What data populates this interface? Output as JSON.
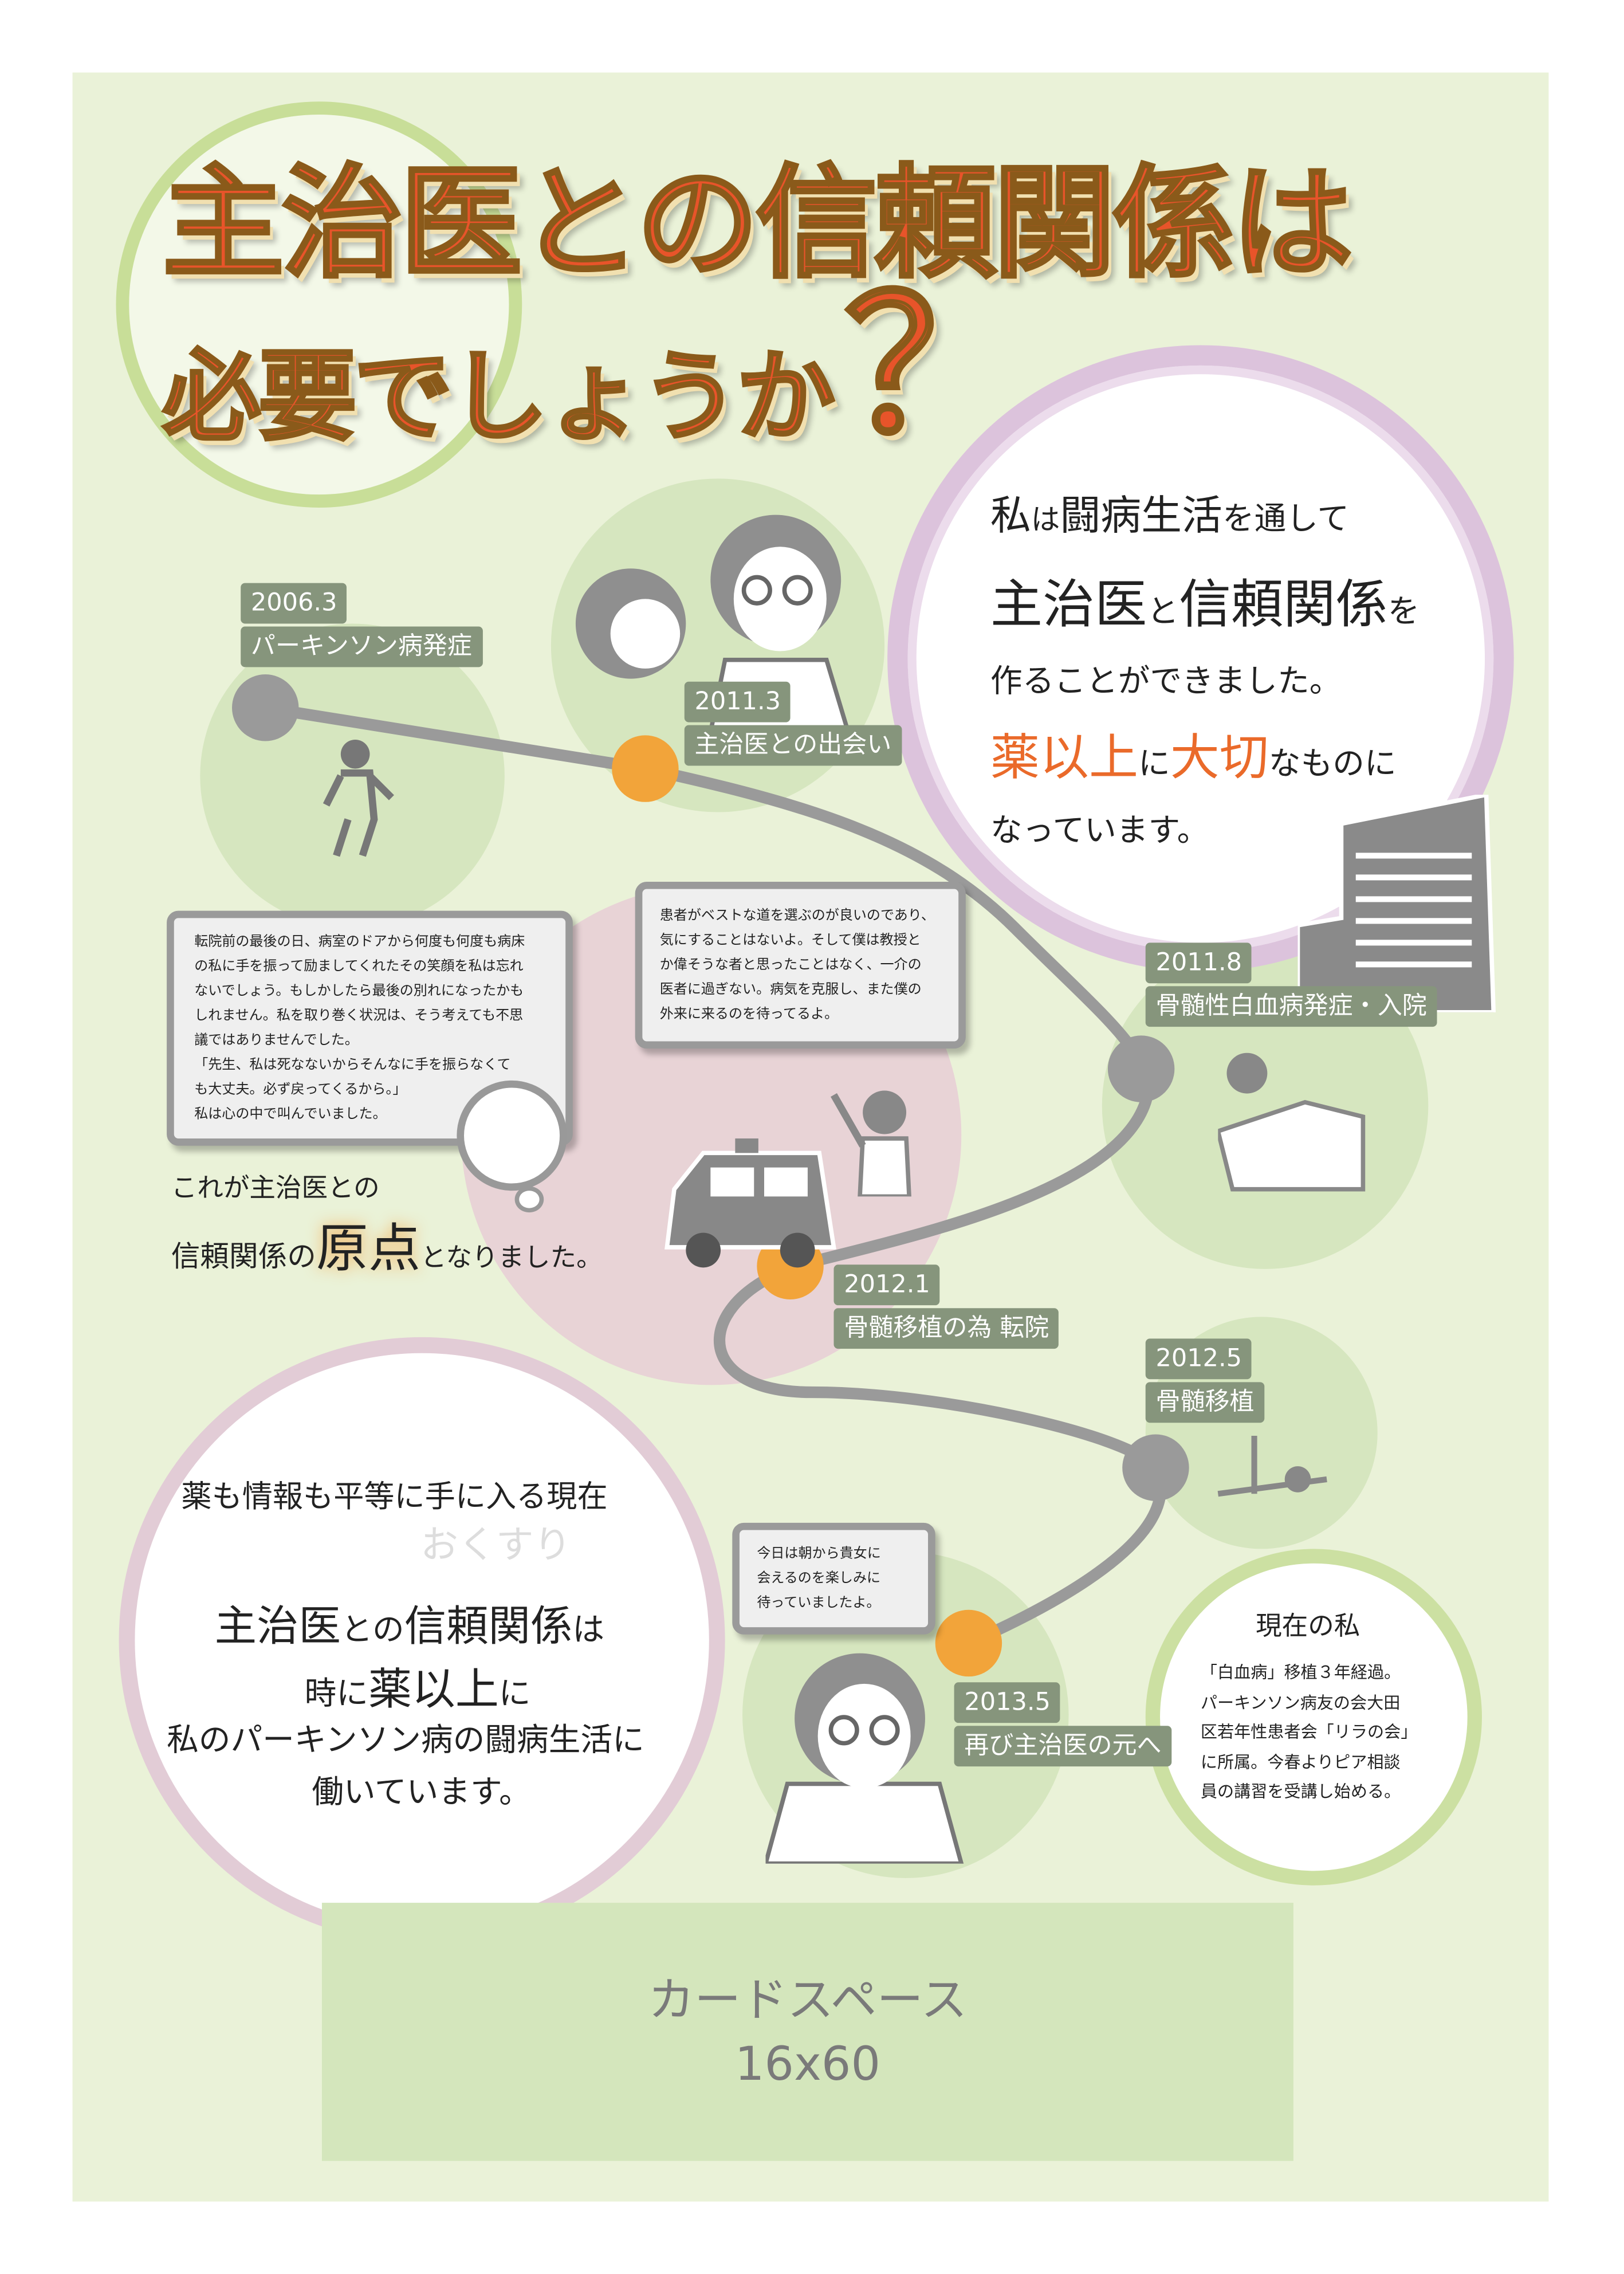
{
  "title": {
    "line1": "主治医との信頼関係は",
    "line2": "必要でしょうか",
    "question_mark": "？"
  },
  "intro": {
    "line1_a": "私",
    "line1_b": "は",
    "line1_c": "闘病生活",
    "line1_d": "を通して",
    "line2_a": "主治医",
    "line2_b": "と",
    "line2_c": "信頼関係",
    "line2_d": "を",
    "line3": "作ることができました。",
    "line4_a": "薬以上",
    "line4_b": "に",
    "line4_c": "大切",
    "line4_d": "なものに",
    "line5": "なっています。"
  },
  "timeline": [
    {
      "date": "2006.3",
      "event": "パーキンソン病発症",
      "dot": "gray"
    },
    {
      "date": "2011.3",
      "event": "主治医との出会い",
      "dot": "orange"
    },
    {
      "date": "2011.8",
      "event": "骨髄性白血病発症・入院",
      "dot": "gray"
    },
    {
      "date": "2012.1",
      "event": "骨髄移植の為 転院",
      "dot": "orange"
    },
    {
      "date": "2012.5",
      "event": "骨髄移植",
      "dot": "gray"
    },
    {
      "date": "2013.5",
      "event": "再び主治医の元へ",
      "dot": "orange"
    }
  ],
  "bubbles": {
    "patient": [
      "転院前の最後の日、病室のドアから何度も何度も病床",
      "の私に手を振って励ましてくれたその笑顔を私は忘れ",
      "ないでしょう。もしかしたら最後の別れになったかも",
      "しれません。私を取り巻く状況は、そう考えても不思",
      "議ではありませんでした。",
      "「先生、私は死なないからそんなに手を振らなくて",
      "も大丈夫。必ず戻ってくるから。」",
      "私は心の中で叫んでいました。"
    ],
    "doctor": [
      "患者がベストな道を選ぶのが良いのであり、",
      "気にすることはないよ。そして僕は教授と",
      "か偉そうな者と思ったことはなく、一介の",
      "医者に過ぎない。病気を克服し、また僕の",
      "外来に来るのを待ってるよ。"
    ],
    "reunion": [
      "今日は朝から貴女に",
      "会えるのを楽しみに",
      "待っていましたよ。"
    ]
  },
  "origin": {
    "line1": "これが主治医との",
    "line2_a": "信頼関係の",
    "line2_b": "原点",
    "line2_c": "となりました。"
  },
  "summary": {
    "line1": "薬も情報も平等に手に入る現在",
    "line2_a": "主治医",
    "line2_b": "との",
    "line2_c": "信頼関係",
    "line2_d": "は",
    "line3_a": "時に",
    "line3_b": "薬以上",
    "line3_c": "に",
    "line4": "私のパーキンソン病の闘病生活に",
    "line5": "働いています。",
    "illustration_text": "おくすり"
  },
  "current": {
    "heading": "現在の私",
    "lines": [
      "「白血病」移植３年経過。",
      "パーキンソン病友の会大田",
      "区若年性患者会「リラの会」",
      "に所属。今春よりピア相談",
      "員の講習を受講し始める。"
    ]
  },
  "card_space": {
    "label": "カードスペース",
    "size": "16x60"
  },
  "colors": {
    "background": "#eaf2d8",
    "accent": "#e8542a",
    "label_bg": "#86957c",
    "orange_dot": "#f2a43a",
    "gray_dot": "#9a9a9a",
    "pink": "#e8d3d6",
    "green_ring": "#c8de98"
  }
}
